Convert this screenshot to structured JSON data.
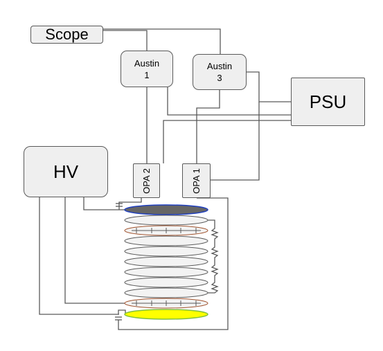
{
  "blocks": {
    "scope": "Scope",
    "austin1": "Austin\n1",
    "austin3": "Austin\n3",
    "psu": "PSU",
    "hv": "HV",
    "opa2": "OPA 2",
    "opa1": "OPA 1"
  },
  "colors": {
    "box_fill": "#efefef",
    "wire": "#595959",
    "top_plate": "#666666",
    "top_plate_edge": "#1f3fbf",
    "bottom_plate": "#ffff00",
    "bottom_plate_edge": "#7fbf3f",
    "electrode_edge": "#a0522d",
    "ring_fill": "#f3f3f3"
  }
}
